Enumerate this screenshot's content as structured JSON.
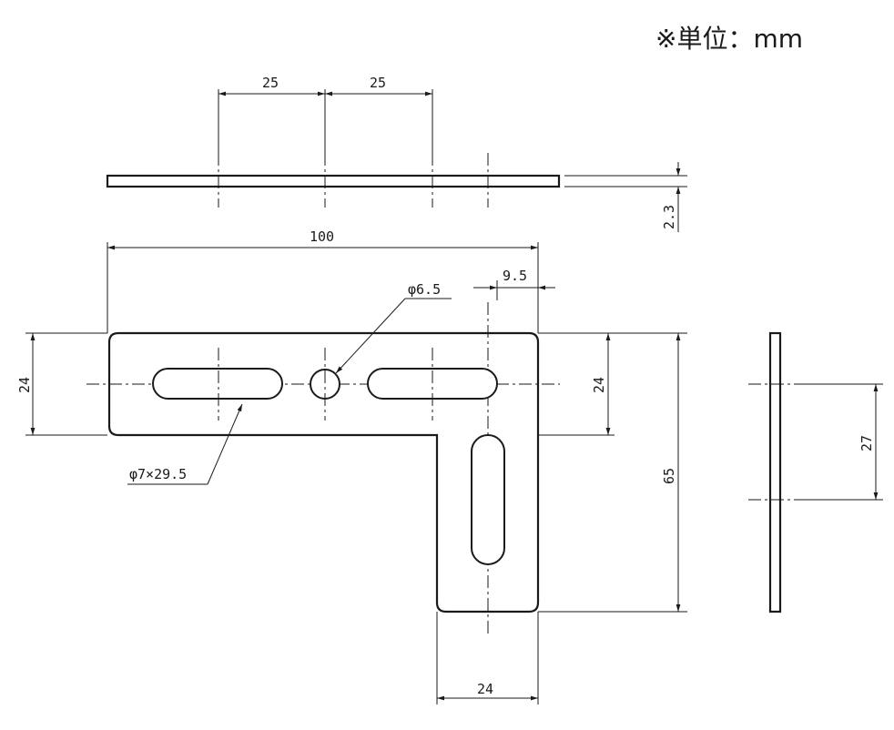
{
  "unit_note": "※単位：mm",
  "dimensions": {
    "top_spacing_1": "25",
    "top_spacing_2": "25",
    "thickness": "2.3",
    "overall_length": "100",
    "slot_offset": "9.5",
    "hole_diameter": "φ6.5",
    "slot_size": "φ7×29.5",
    "arm_width_left": "24",
    "arm_width_right": "24",
    "overall_height": "65",
    "side_hole_spacing": "27",
    "bottom_width": "24"
  }
}
